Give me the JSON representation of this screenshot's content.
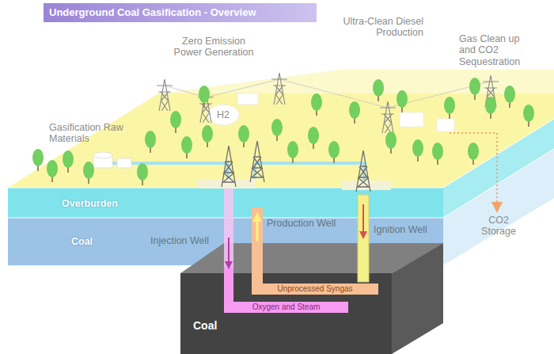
{
  "diagram": {
    "title": "Underground Coal Gasification - Overview",
    "nodes": [
      {
        "text": [
          "Overburden"
        ]
      },
      {
        "text": [
          "Coal"
        ]
      },
      {
        "text": [
          "Coal"
        ]
      },
      {
        "text": [
          "Unprocessed Syngas"
        ],
        "in": 2
      },
      {
        "text": [
          "Oxygen and Steam"
        ],
        "in": 2
      }
    ],
    "labels": [
      "Ultra-Clean Diesel Production",
      "Zero Emission Power Generation",
      "Gas Clean up and CO2 Sequestration",
      "H2",
      "Gasification Raw Materials",
      "Production Well",
      "Ignition Well",
      "Injection Well",
      "CO2 Storage"
    ]
  }
}
